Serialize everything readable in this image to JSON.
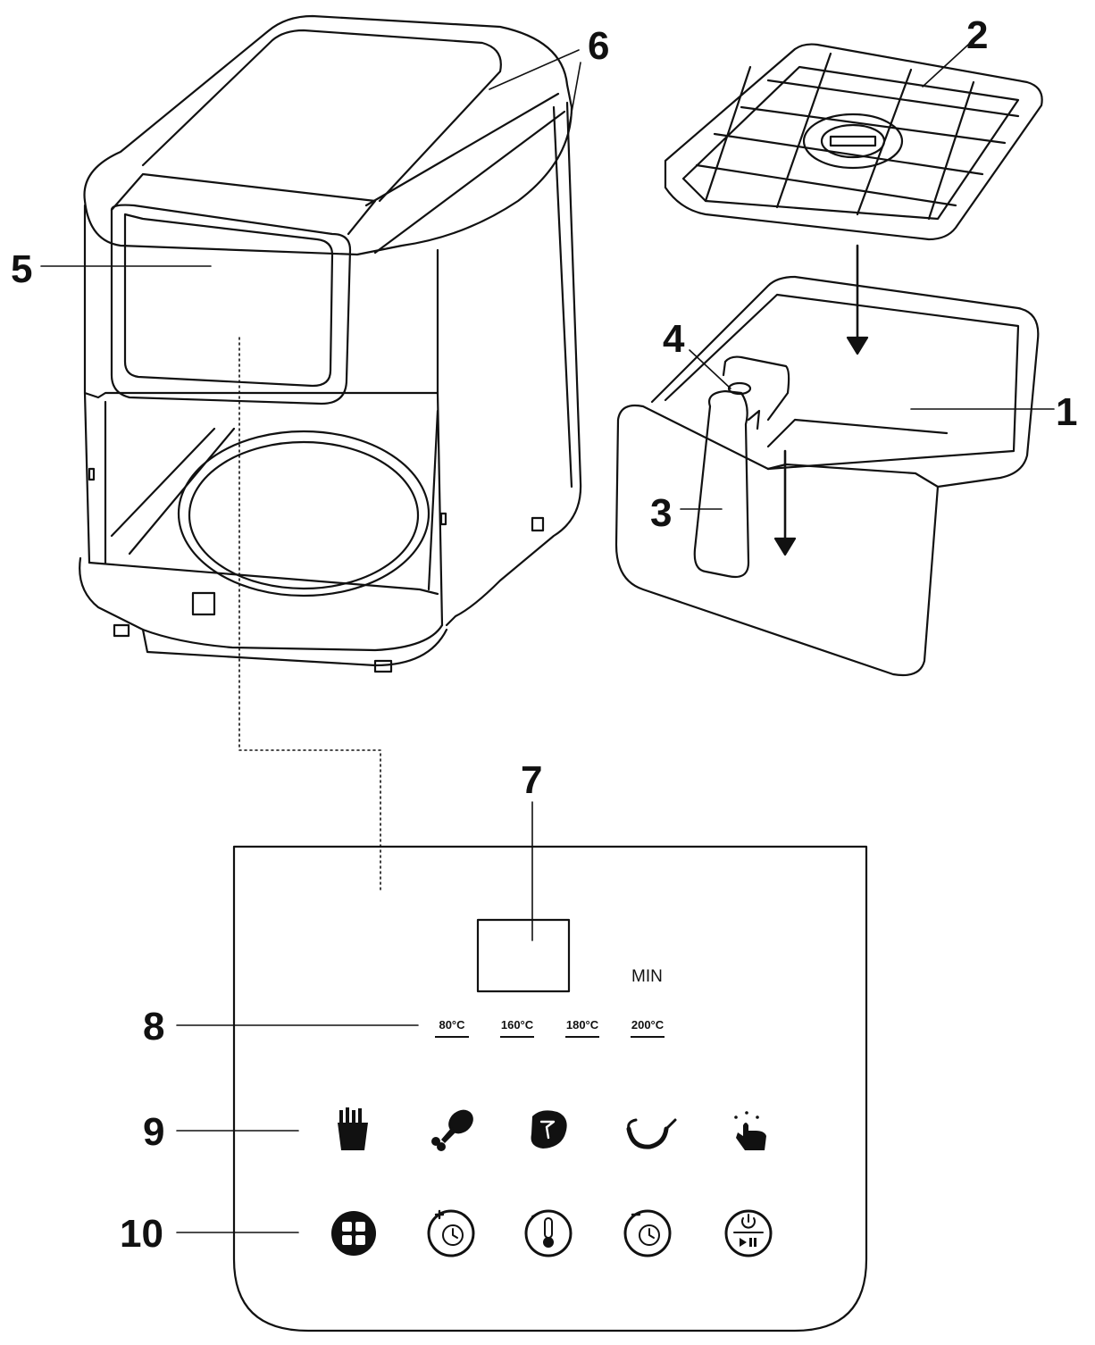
{
  "callouts": {
    "c1": "1",
    "c2": "2",
    "c3": "3",
    "c4": "4",
    "c5": "5",
    "c6": "6",
    "c7": "7",
    "c8": "8",
    "c9": "9",
    "c10": "10"
  },
  "panel": {
    "unit_label": "MIN",
    "temperatures": [
      "80°C",
      "160°C",
      "180°C",
      "200°C"
    ],
    "preset_icons": [
      "fries-icon",
      "drumstick-icon",
      "steak-icon",
      "shrimp-icon",
      "touch-icon"
    ],
    "control_icons": [
      "menu-grid-icon",
      "timer-plus-icon",
      "thermometer-icon",
      "timer-minus-icon",
      "power-play-pause-icon"
    ]
  }
}
